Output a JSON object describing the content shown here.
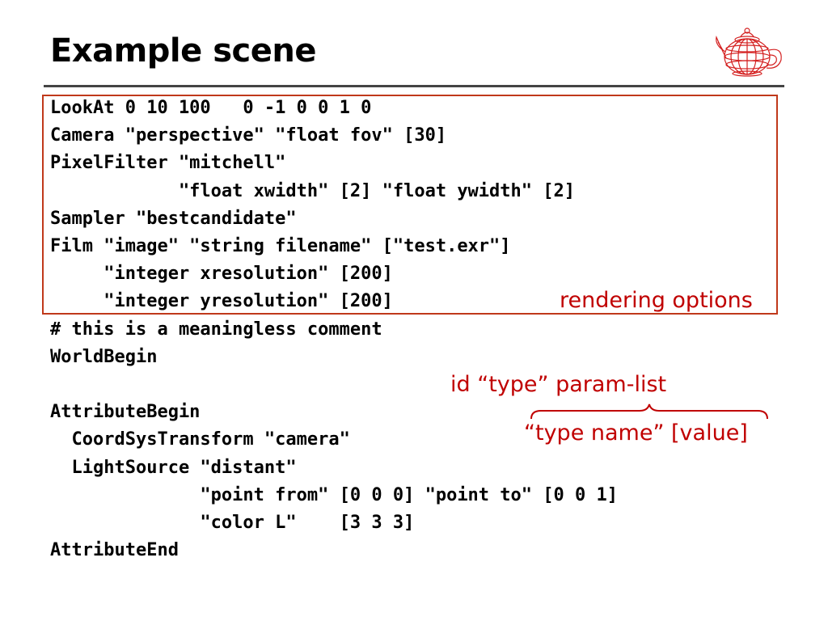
{
  "slide": {
    "title": "Example scene",
    "code_lines": [
      "LookAt 0 10 100   0 -1 0 0 1 0",
      "Camera \"perspective\" \"float fov\" [30]",
      "PixelFilter \"mitchell\"",
      "            \"float xwidth\" [2] \"float ywidth\" [2]",
      "Sampler \"bestcandidate\"",
      "Film \"image\" \"string filename\" [\"test.exr\"]",
      "     \"integer xresolution\" [200]",
      "     \"integer yresolution\" [200]",
      "# this is a meaningless comment",
      "WorldBegin",
      "",
      "AttributeBegin",
      "  CoordSysTransform \"camera\"",
      "  LightSource \"distant\"",
      "              \"point from\" [0 0 0] \"point to\" [0 0 1]",
      "              \"color L\"    [3 3 3]",
      "AttributeEnd"
    ],
    "annotations": {
      "rendering_options": "rendering options",
      "id_type_param": "id “type” param-list",
      "type_name_value": "“type name” [value]"
    },
    "colors": {
      "accent": "#c00000",
      "box_border": "#c0391b",
      "rule": "#444444"
    },
    "icons": {
      "logo": "teapot-wireframe-icon"
    }
  }
}
